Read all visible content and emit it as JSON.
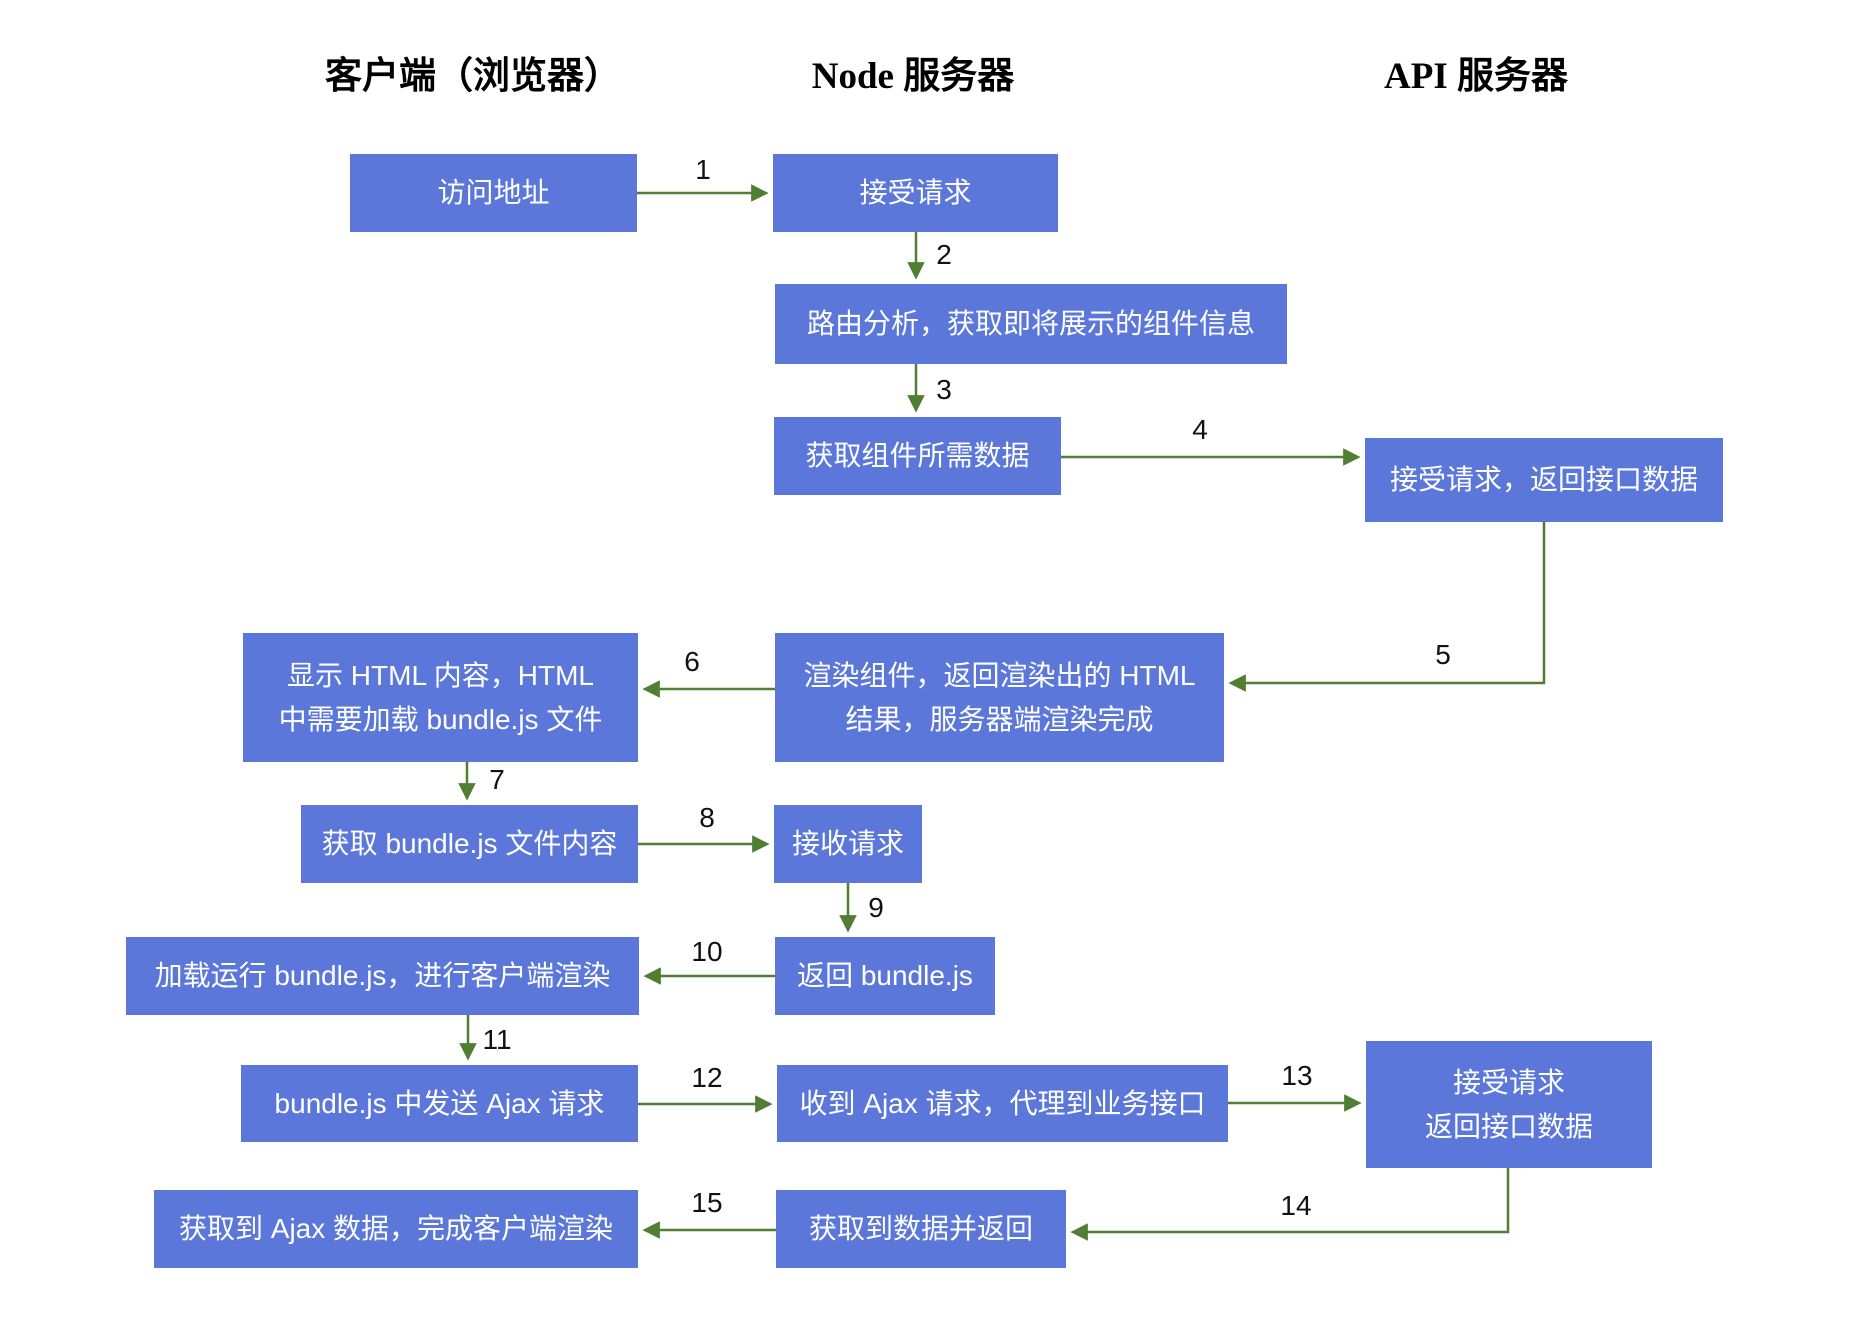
{
  "diagram": {
    "type": "flowchart",
    "columns": [
      {
        "label": "客户端（浏览器）"
      },
      {
        "label": "Node 服务器"
      },
      {
        "label": "API 服务器"
      }
    ],
    "nodes": [
      {
        "id": "visit-address",
        "column": "client",
        "label": "访问地址"
      },
      {
        "id": "accept-request",
        "column": "node",
        "label": "接受请求"
      },
      {
        "id": "route-analysis",
        "column": "node",
        "label": "路由分析，获取即将展示的组件信息"
      },
      {
        "id": "get-component-data",
        "column": "node",
        "label": "获取组件所需数据"
      },
      {
        "id": "api-accept-return-1",
        "column": "api",
        "label": "接受请求，返回接口数据"
      },
      {
        "id": "show-html",
        "column": "client",
        "label": "显示 HTML 内容，HTML\n中需要加载 bundle.js 文件"
      },
      {
        "id": "render-components",
        "column": "node",
        "label": "渲染组件，返回渲染出的 HTML\n结果，服务器端渲染完成"
      },
      {
        "id": "get-bundle",
        "column": "client",
        "label": "获取 bundle.js 文件内容"
      },
      {
        "id": "receive-request",
        "column": "node",
        "label": "接收请求"
      },
      {
        "id": "return-bundle",
        "column": "node",
        "label": "返回 bundle.js"
      },
      {
        "id": "run-bundle",
        "column": "client",
        "label": "加载运行 bundle.js，进行客户端渲染"
      },
      {
        "id": "send-ajax",
        "column": "client",
        "label": "bundle.js 中发送 Ajax 请求"
      },
      {
        "id": "proxy-ajax",
        "column": "node",
        "label": "收到 Ajax 请求，代理到业务接口"
      },
      {
        "id": "api-accept-return-2",
        "column": "api",
        "label": "接受请求\n返回接口数据"
      },
      {
        "id": "get-data-return",
        "column": "node",
        "label": "获取到数据并返回"
      },
      {
        "id": "ajax-done",
        "column": "client",
        "label": "获取到 Ajax 数据，完成客户端渲染"
      }
    ],
    "arrows": [
      {
        "label": "1",
        "from": "visit-address",
        "to": "accept-request"
      },
      {
        "label": "2",
        "from": "accept-request",
        "to": "route-analysis"
      },
      {
        "label": "3",
        "from": "route-analysis",
        "to": "get-component-data"
      },
      {
        "label": "4",
        "from": "get-component-data",
        "to": "api-accept-return-1"
      },
      {
        "label": "5",
        "from": "api-accept-return-1",
        "to": "render-components"
      },
      {
        "label": "6",
        "from": "render-components",
        "to": "show-html"
      },
      {
        "label": "7",
        "from": "show-html",
        "to": "get-bundle"
      },
      {
        "label": "8",
        "from": "get-bundle",
        "to": "receive-request"
      },
      {
        "label": "9",
        "from": "receive-request",
        "to": "return-bundle"
      },
      {
        "label": "10",
        "from": "return-bundle",
        "to": "run-bundle"
      },
      {
        "label": "11",
        "from": "run-bundle",
        "to": "send-ajax"
      },
      {
        "label": "12",
        "from": "send-ajax",
        "to": "proxy-ajax"
      },
      {
        "label": "13",
        "from": "proxy-ajax",
        "to": "api-accept-return-2"
      },
      {
        "label": "14",
        "from": "api-accept-return-2",
        "to": "get-data-return"
      },
      {
        "label": "15",
        "from": "get-data-return",
        "to": "ajax-done"
      }
    ],
    "colors": {
      "node_fill": "#5b77da",
      "node_text": "#ffffff",
      "arrow": "#507e32",
      "label_text": "#111111",
      "background": "#ffffff"
    }
  }
}
